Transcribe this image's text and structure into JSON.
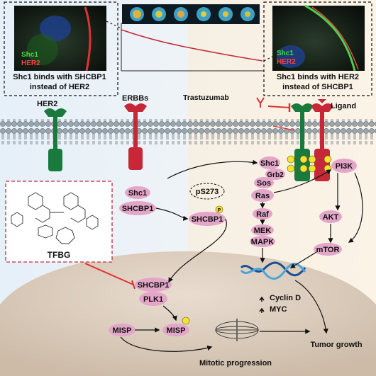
{
  "left_panel": {
    "legend_shc1": "Shc1",
    "legend_her2": "HER2",
    "caption_line1": "Shc1 binds with SHCBP1",
    "caption_line2": "instead of HER2"
  },
  "right_panel": {
    "legend_shc1": "Shc1",
    "legend_her2": "HER2",
    "caption_line1": "Shc1 binds with HER2",
    "caption_line2": "instead of SHCBP1"
  },
  "receptors": {
    "her2": "HER2",
    "erbbs": "ERBBs",
    "trastuzumab": "Trastuzumab",
    "ligand": "Ligand"
  },
  "complex_left": {
    "shc1": "Shc1",
    "shcbp1": "SHCBP1"
  },
  "phospho": {
    "site": "pS273",
    "shcbp1": "SHCBP1",
    "p": "P"
  },
  "pathway": {
    "shc1": "Shc1",
    "grb2": "Grb2",
    "sos": "Sos",
    "ras": "Ras",
    "raf": "Raf",
    "mek": "MEK",
    "mapk": "MAPK",
    "pi3k": "PI3K",
    "akt": "AKT",
    "mtor": "mTOR"
  },
  "drug": {
    "name": "TFBG"
  },
  "nucleus": {
    "shcbp1": "SHCBP1",
    "plk1": "PLK1",
    "misp": "MISP",
    "misp_p": "MISP",
    "cyclin": "Cyclin D",
    "myc": "MYC",
    "mitotic": "Mitotic progression",
    "tumor": "Tumor growth"
  },
  "colors": {
    "her2_green": "#1a7a3e",
    "erbb_red": "#c62838",
    "pill_pink": "#e3a6c9",
    "inhibit_red": "#d33",
    "phospho_yellow": "#f2e23a"
  }
}
